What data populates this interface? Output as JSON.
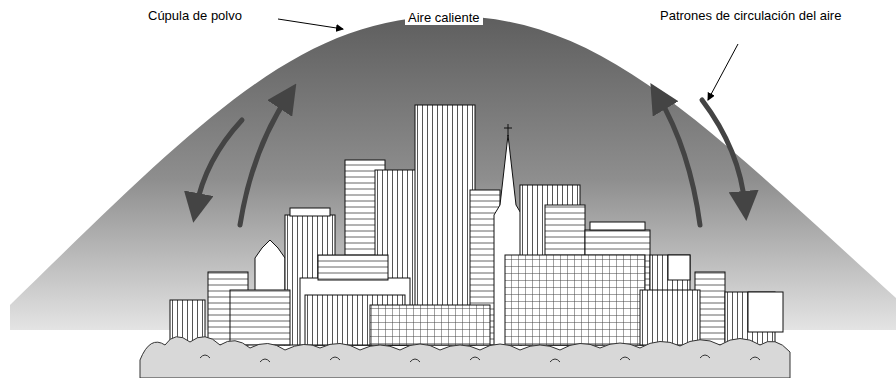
{
  "diagram": {
    "nodes": [
      {
        "text": [
          "Aire caliente"
        ]
      }
    ],
    "labels": [
      "Cúpula de polvo",
      "Patrones de circulación del aire"
    ]
  }
}
